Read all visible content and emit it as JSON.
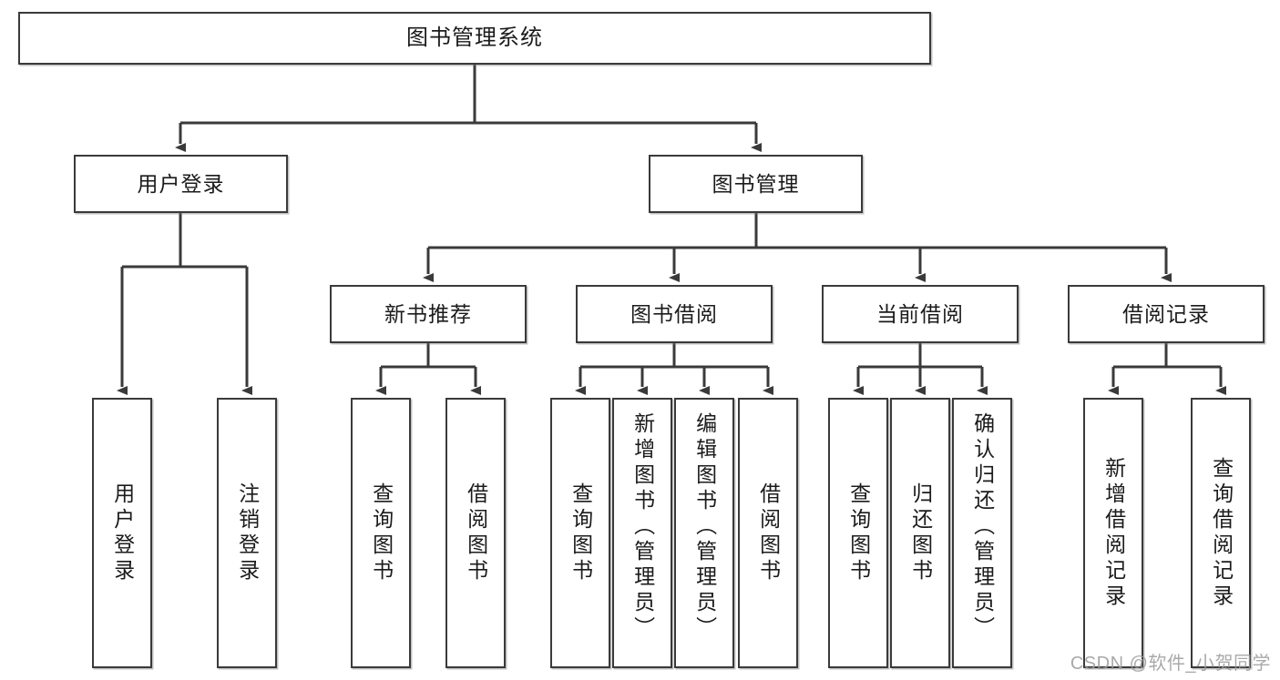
{
  "diagram": {
    "title": "图书管理系统",
    "type": "tree-hierarchy-chart",
    "root": {
      "id": "root",
      "label": "图书管理系统"
    },
    "level2": [
      {
        "id": "user-login",
        "label": "用户登录"
      },
      {
        "id": "book-management",
        "label": "图书管理"
      }
    ],
    "level3": [
      {
        "id": "new-book-recommend",
        "label": "新书推荐",
        "parent": "book-management"
      },
      {
        "id": "book-borrow",
        "label": "图书借阅",
        "parent": "book-management"
      },
      {
        "id": "current-borrow",
        "label": "当前借阅",
        "parent": "book-management"
      },
      {
        "id": "borrow-record",
        "label": "借阅记录",
        "parent": "book-management"
      }
    ],
    "leaves": [
      {
        "id": "leaf-user-login",
        "label": "用户登录",
        "parent": "user-login"
      },
      {
        "id": "leaf-logout-login",
        "label": "注销登录",
        "parent": "user-login"
      },
      {
        "id": "leaf-query-book-1",
        "label": "查询图书",
        "parent": "new-book-recommend"
      },
      {
        "id": "leaf-borrow-book-1",
        "label": "借阅图书",
        "parent": "new-book-recommend"
      },
      {
        "id": "leaf-query-book-2",
        "label": "查询图书",
        "parent": "book-borrow"
      },
      {
        "id": "leaf-add-book",
        "label": "新增图书（管理员）",
        "parent": "book-borrow"
      },
      {
        "id": "leaf-edit-book",
        "label": "编辑图书（管理员）",
        "parent": "book-borrow"
      },
      {
        "id": "leaf-borrow-book-2",
        "label": "借阅图书",
        "parent": "book-borrow"
      },
      {
        "id": "leaf-query-book-3",
        "label": "查询图书",
        "parent": "current-borrow"
      },
      {
        "id": "leaf-return-book",
        "label": "归还图书",
        "parent": "current-borrow"
      },
      {
        "id": "leaf-confirm-return",
        "label": "确认归还（管理员）",
        "parent": "current-borrow"
      },
      {
        "id": "leaf-add-record",
        "label": "新增借阅记录",
        "parent": "borrow-record"
      },
      {
        "id": "leaf-query-record",
        "label": "查询借阅记录",
        "parent": "borrow-record"
      }
    ],
    "watermark": "CSDN @软件_小贺同学",
    "colors": {
      "border": "#3a3a3a",
      "background": "#ffffff",
      "text": "#1b1b1b",
      "watermark": "#9b9b9b"
    }
  }
}
